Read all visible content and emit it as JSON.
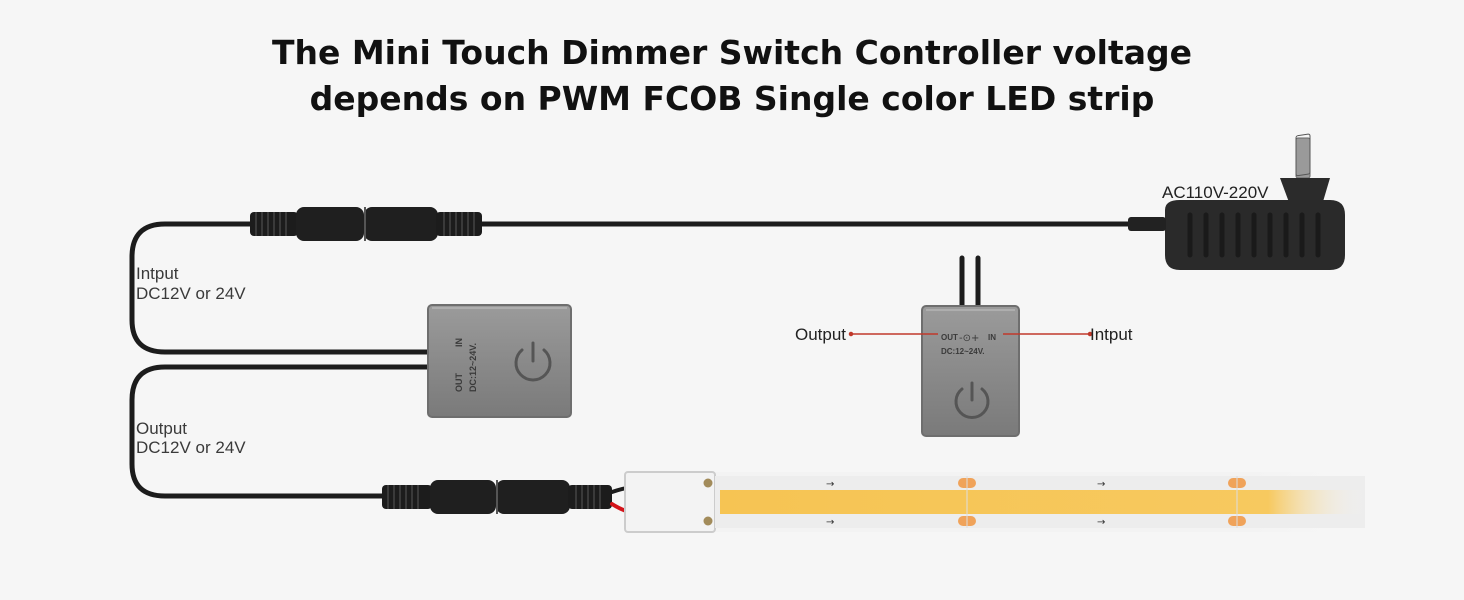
{
  "title": {
    "line1": "The Mini Touch Dimmer Switch Controller voltage",
    "line2": "depends on PWM FCOB Single color LED strip"
  },
  "adapter": {
    "label": "AC110V-220V",
    "icon": "power-adapter-icon"
  },
  "input_label": {
    "line1": "Intput",
    "line2": "DC12V or 24V"
  },
  "output_label": {
    "line1": "Output",
    "line2": "DC12V or 24V"
  },
  "controller": {
    "icon": "power-button-icon",
    "out": "OUT",
    "in": "IN",
    "voltage": "DC:12~24V."
  },
  "detail": {
    "output_label": "Output",
    "input_label": "Intput"
  },
  "colors": {
    "cable": "#1c1c1c",
    "controller": "#8a8a8a",
    "led": "#f6c453",
    "pad": "#f0a35a",
    "callout_line": "#c0392b",
    "red_wire": "#d4141a"
  }
}
